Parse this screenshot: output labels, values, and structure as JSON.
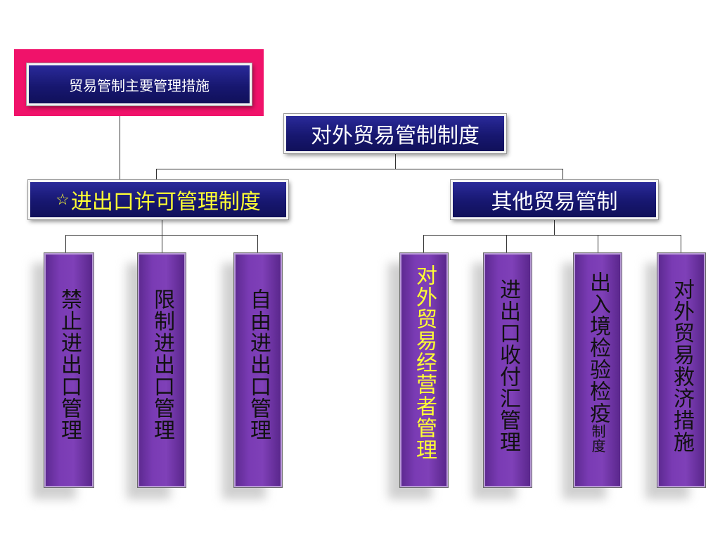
{
  "title": "贸易管制主要管理措施",
  "root": "对外贸易管制制度",
  "left_branch": {
    "star": "☆",
    "label": "进出口许可管理制度"
  },
  "right_branch": {
    "label": "其他贸易管制"
  },
  "left_items": [
    "禁止进出口管理",
    "限制进出口管理",
    "自由进出口管理"
  ],
  "right_items": [
    {
      "main": "对外贸易经营者管理",
      "small": ""
    },
    {
      "main": "进出口收付汇管理",
      "small": ""
    },
    {
      "main": "出入境检验检疫",
      "small": "制度"
    },
    {
      "main": "对外贸易救济措施",
      "small": ""
    }
  ],
  "colors": {
    "highlight_frame": "#f0126a",
    "navy_box": "#171770",
    "column": "#7a3bb4",
    "highlight_text": "#ffff33"
  }
}
